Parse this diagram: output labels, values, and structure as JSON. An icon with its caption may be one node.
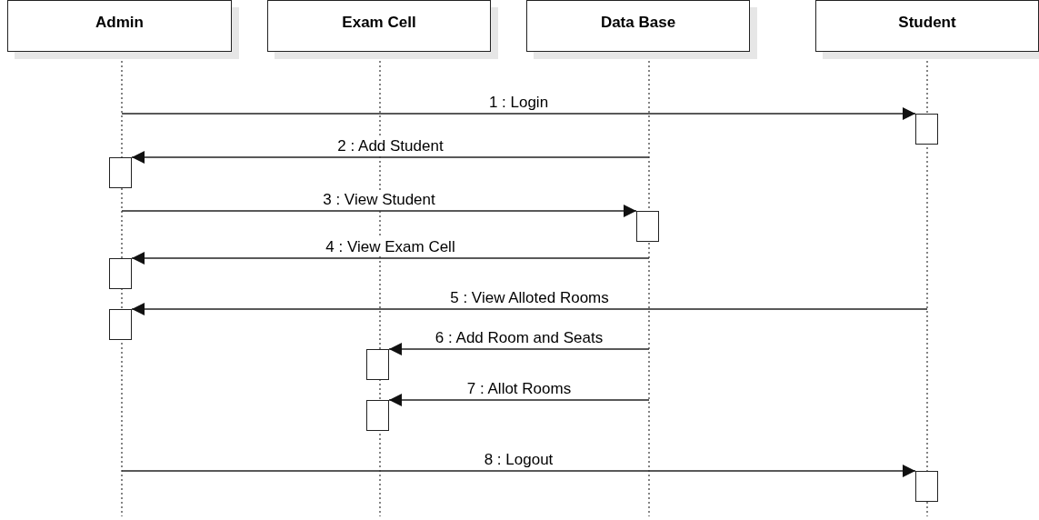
{
  "diagram": {
    "nodes": [
      {
        "text": [
          "Admin"
        ]
      },
      {
        "text": [
          "Exam Cell"
        ]
      },
      {
        "text": [
          "Data Base"
        ]
      },
      {
        "text": [
          "Student"
        ]
      },
      {
        "text": [],
        "shape": "bar"
      },
      {
        "text": [],
        "shape": "bar"
      },
      {
        "text": [],
        "shape": "bar"
      },
      {
        "text": [],
        "shape": "bar"
      },
      {
        "text": [],
        "shape": "bar"
      },
      {
        "text": [],
        "shape": "bar"
      },
      {
        "text": [],
        "shape": "bar"
      },
      {
        "text": [],
        "shape": "bar"
      }
    ],
    "edges": [
      {
        "from": 0,
        "to": 4,
        "arrow": "to",
        "label": "1 : Login"
      },
      {
        "from": 2,
        "to": 5,
        "arrow": "to",
        "label": "2 : Add Student"
      },
      {
        "from": 0,
        "to": 6,
        "arrow": "to",
        "label": "3 : View Student"
      },
      {
        "from": 2,
        "to": 7,
        "arrow": "to",
        "label": "4 : View Exam Cell"
      },
      {
        "from": 3,
        "to": 8,
        "arrow": "to",
        "label": "5 : View Alloted Rooms"
      },
      {
        "from": 2,
        "to": 9,
        "arrow": "to",
        "label": "6 : Add Room and Seats"
      },
      {
        "from": 2,
        "to": 10,
        "arrow": "to",
        "label": "7 : Allot Rooms"
      },
      {
        "from": 0,
        "to": 11,
        "arrow": "to",
        "label": "8 : Logout"
      }
    ]
  }
}
